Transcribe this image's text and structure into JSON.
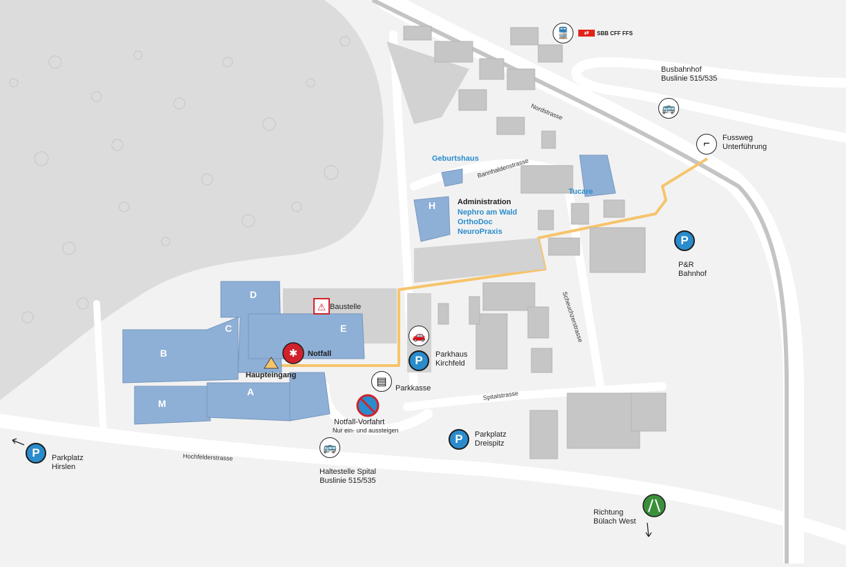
{
  "colors": {
    "background": "#f2f2f2",
    "building_blue": "#8fb0d6",
    "route": "#f6c46b",
    "parking_blue": "#2a8ccc",
    "emergency_red": "#d0222c",
    "highway_green": "#3b8f3b"
  },
  "transport": {
    "sbb_logo": "SBB CFF FFS",
    "bus_station": "Busbahnhof\nBuslinie 515/535",
    "footpath": "Fussweg\nUnterführung",
    "bus_stop_spital": "Haltestelle Spital\nBuslinie 515/535",
    "direction": "Richtung\nBülach West"
  },
  "parking": {
    "hirslen": "Parkplatz\nHirslen",
    "park_ride": "P&R\nBahnhof",
    "kirchfeld": "Parkhaus\nKirchfeld",
    "dreispitz": "Parkplatz\nDreispitz",
    "parkkasse": "Parkkasse",
    "p_symbol": "P"
  },
  "hospital": {
    "buildings": [
      "A",
      "B",
      "C",
      "D",
      "E",
      "M",
      "H"
    ],
    "baustelle": "Baustelle",
    "notfall": "Notfall",
    "haupteingang": "Haupteingang",
    "notfall_vorfahrt": "Notfall-Vorfahrt",
    "notfall_vorfahrt_note": "Nur ein- und aussteigen"
  },
  "places": {
    "geburtshaus": "Geburtshaus",
    "administration": "Administration",
    "nephro": "Nephro am Wald",
    "orthodoc": "OrthoDoc",
    "neuropraxis": "NeuroPraxis",
    "tucare": "Tucare"
  },
  "streets": {
    "nordstrasse": "Nordstrasse",
    "bannhaldenstrasse": "Bannhaldenstrasse",
    "scheuchzerstrasse": "Scheuchzerstrasse",
    "spitalstrasse": "Spitalstrasse",
    "hochfelderstrasse": "Hochfelderstrasse"
  }
}
